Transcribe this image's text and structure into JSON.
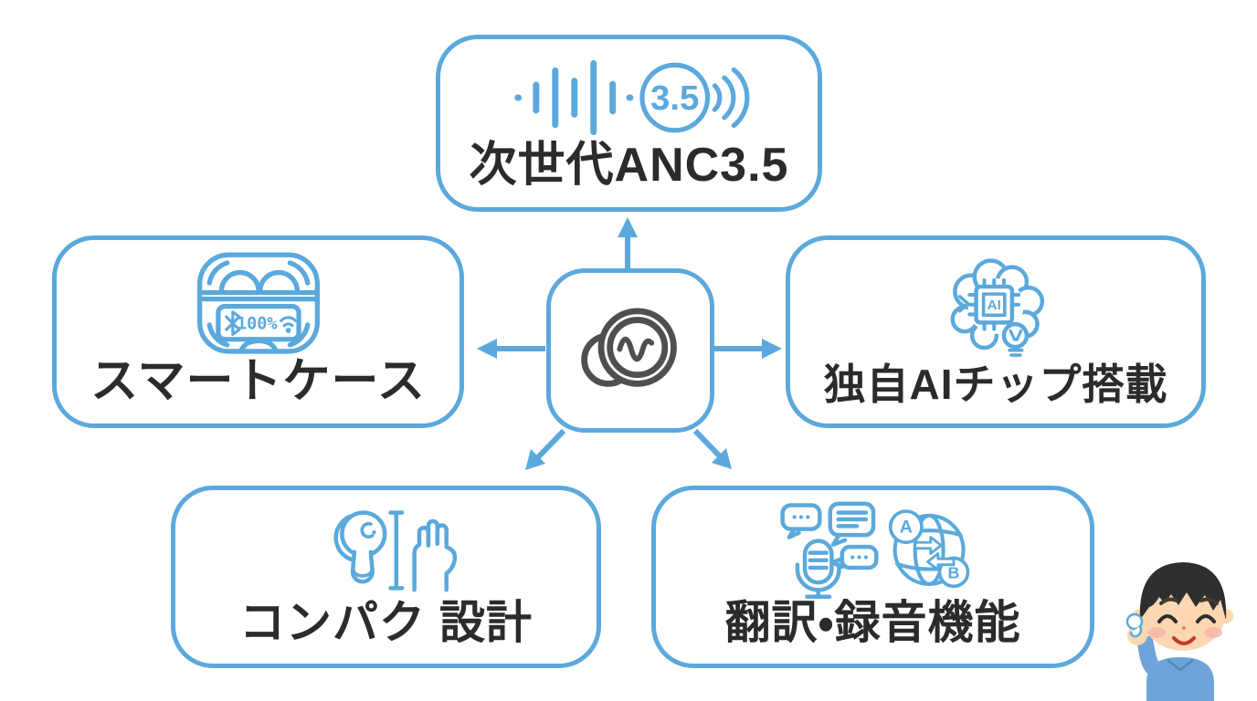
{
  "colors": {
    "accent": "#5BA9DC",
    "text": "#2B2B2B",
    "logo": "#4F4F4F",
    "skin": "#FCD7B2",
    "hair": "#2E2E2E",
    "sweater": "#6FA4D9",
    "blush": "#F6AFA4",
    "mouth": "#C5392C"
  },
  "center": {
    "icon": "brand-earbud-wave-logo"
  },
  "nodes": {
    "top": {
      "label": "次世代ANC3.5",
      "icon": "soundwave-anc-icon",
      "icon_text": "3.5"
    },
    "left": {
      "label": "スマートケース",
      "icon": "smart-case-icon",
      "display_battery": "100%"
    },
    "right": {
      "label": "独自AIチップ搭載",
      "icon": "ai-brain-chip-icon",
      "chip_text": "AI"
    },
    "bottom_left": {
      "label": "コンパク 設計",
      "icon": "earbud-size-hand-icon"
    },
    "bottom_right": {
      "label": "翻訳・録音機能",
      "icon": "mic-translate-globe-icon",
      "lang_a": "A",
      "lang_b": "B"
    }
  },
  "mascot": {
    "icon": "person-holding-earbud"
  }
}
